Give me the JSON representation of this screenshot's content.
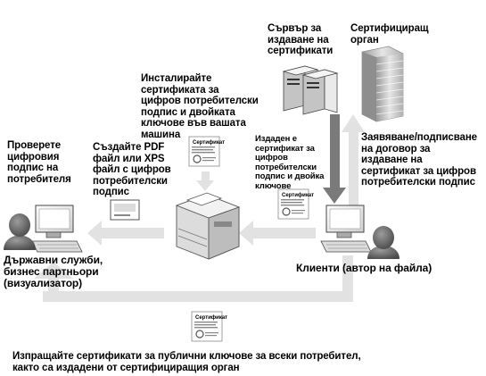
{
  "labels": {
    "cert_server": "Сървър за\nиздаване на\nсертификати",
    "cert_authority": "Сертифициращ\nорган",
    "install_cert": "Инсталирайте\nсертификата за\nцифров потребителски\nподпис и двойката\nключове във вашата\nмашина",
    "verify_signature": "Проверете\nцифровия\nподпис на\nпотребителя",
    "create_pdf": "Създайте PDF\nфайл или XPS\nфайл с цифров\nпотребителски\nподпис",
    "issued_cert": "Издаден е\nсертификат за\nцифров\nпотребителски\nподпис и двойка\nключове",
    "apply_contract": "Заявяване/подписване\nна договор за\nиздаване на\nсертификат за цифров\nпотребителски подпис",
    "gov_services": "Държавни служби,\nбизнес партньори\n(визуализатор)",
    "clients": "Клиенти (автор на файла)",
    "send_public_keys": "Изпращайте сертификати за публични ключове за всеки потребител,\nкакто са издадени от сертифициращия орган"
  },
  "certificate_doc_title": "Сертификат",
  "icons": [
    "server-icon",
    "office-building-icon",
    "printer-icon",
    "computer-icon",
    "user-icon",
    "certificate-icon",
    "envelope-icon"
  ],
  "colors": {
    "arrow_light": "#e2e2e2",
    "arrow_dark": "#7a7a7a",
    "device": "#d9d9d9",
    "device_dark": "#555555"
  }
}
